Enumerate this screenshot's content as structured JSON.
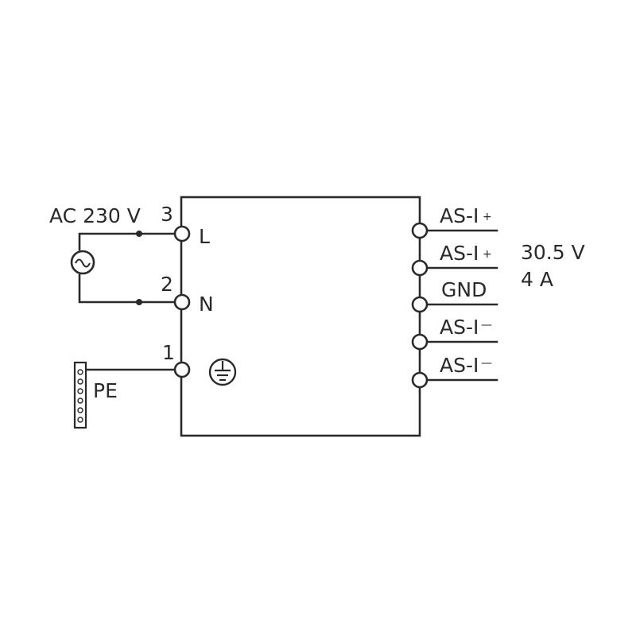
{
  "supply": {
    "label": "AC 230 V",
    "source_icon": "ac-source-icon",
    "terminals": [
      {
        "number": "3",
        "name": "L"
      },
      {
        "number": "2",
        "name": "N"
      },
      {
        "number": "1",
        "name": "earth-ground-icon"
      }
    ]
  },
  "protective_earth": {
    "label": "PE",
    "icon": "pe-terminal-strip-icon"
  },
  "outputs": [
    {
      "label": "AS-I",
      "polarity": "+"
    },
    {
      "label": "AS-I",
      "polarity": "+"
    },
    {
      "label": "GND",
      "polarity": ""
    },
    {
      "label": "AS-I",
      "polarity": "—"
    },
    {
      "label": "AS-I",
      "polarity": "—"
    }
  ],
  "output_rating": {
    "voltage": "30.5 V",
    "current": "4 A"
  },
  "colors": {
    "line": "#2a2a2a",
    "background": "#ffffff"
  }
}
